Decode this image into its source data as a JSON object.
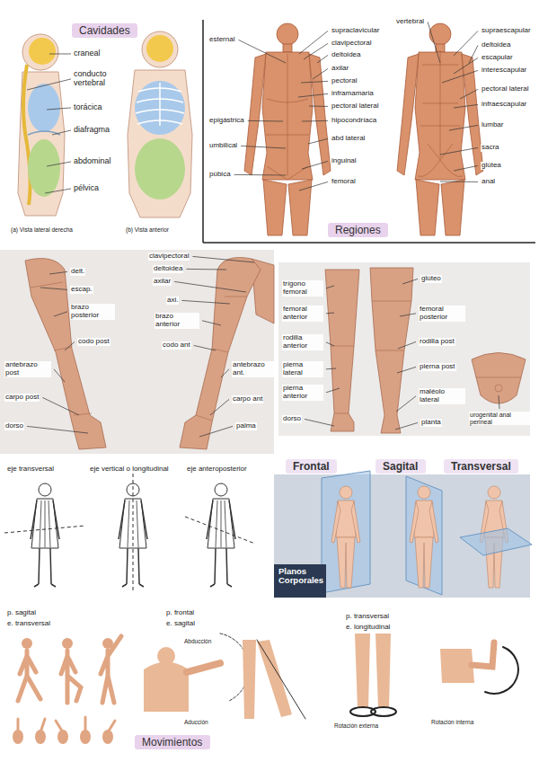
{
  "diagram": {
    "nodes": [
      {
        "text": [
          "Cavidades"
        ]
      },
      {
        "text": [
          "Regiones"
        ]
      },
      {
        "text": [
          "Frontal"
        ]
      },
      {
        "text": [
          "Sagital"
        ]
      },
      {
        "text": [
          "Transversal"
        ]
      },
      {
        "text": [
          "Movimientos"
        ]
      }
    ],
    "labels": [
      "craneal",
      "conducto vertebral",
      "torácica",
      "diafragma",
      "abdominal",
      "pélvica",
      "(a) Vista lateral derecha",
      "(b) Vista anterior",
      "esternal",
      "supraclavicular",
      "clavipectoral",
      "deltoidea",
      "axilar",
      "pectoral",
      "inframamaria",
      "pectoral lateral",
      "epigástrica",
      "hipocondríaca",
      "umbilical",
      "abd lateral",
      "púbica",
      "inguinal",
      "femoral",
      "vertebral",
      "supraescapular",
      "deltoidea",
      "escapular",
      "interescapular",
      "pectoral lateral",
      "infraescapular",
      "lumbar",
      "sacra",
      "glútea",
      "anal",
      "delt.",
      "escap.",
      "brazo posterior",
      "codo post",
      "antebrazo post",
      "carpo post",
      "dorso",
      "clavipectoral",
      "deltoidea",
      "axilar",
      "axi.",
      "brazo anterior",
      "codo ant",
      "antebrazo ant.",
      "carpo ant",
      "palma",
      "trígono femoral",
      "femoral anterior",
      "rodilla anterior",
      "pierna lateral",
      "pierna anterior",
      "dorso",
      "glúteo",
      "femoral posterior",
      "rodilla post",
      "pierna post",
      "maléolo lateral",
      "planta",
      "urogenital anal perineal",
      "eje transversal",
      "eje vertical o longitudinal",
      "eje anteroposterior",
      "Planos Corporales",
      "p. sagital",
      "e. transversal",
      "p. frontal",
      "e. sagital",
      "p. transversal",
      "e. longitudinal",
      "Abducción",
      "Aducción",
      "Rotación externa",
      "Rotación interna"
    ]
  }
}
